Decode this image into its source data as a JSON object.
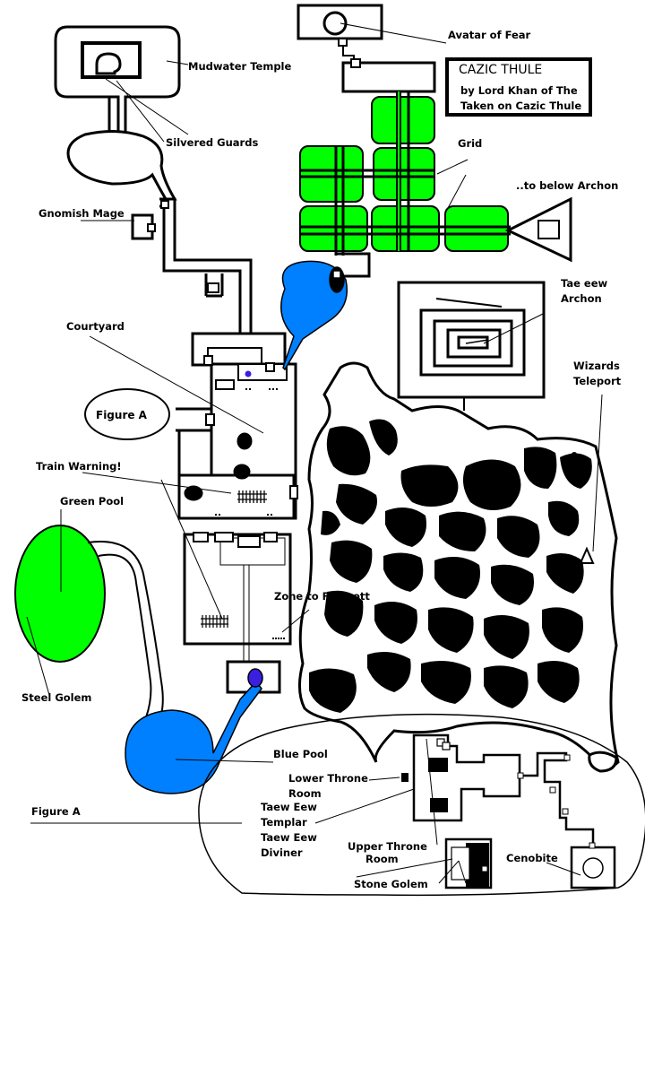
{
  "credit": {
    "title": "CAZIC THULE",
    "line1": "by Lord Khan of The",
    "line2": "Taken on Cazic Thule"
  },
  "labels": {
    "avatar_of_fear": "Avatar of Fear",
    "mudwater_temple": "Mudwater Temple",
    "silvered_guards": "Silvered Guards",
    "grid": "Grid",
    "to_below_archon": "..to below Archon",
    "gnomish_mage": "Gnomish Mage",
    "tae_eew_archon_1": "Tae eew",
    "tae_eew_archon_2": "Archon",
    "courtyard": "Courtyard",
    "wizards_teleport_1": "Wizards",
    "wizards_teleport_2": "Teleport",
    "figure_a_box": "Figure A",
    "train_warning": "Train Warning!",
    "green_pool": "Green Pool",
    "zone_to_feerrott": "Zone to Feerrott",
    "steel_golem": "Steel Golem",
    "blue_pool": "Blue Pool",
    "lower_throne_1": "Lower Throne",
    "lower_throne_2": "Room",
    "figure_a": "Figure A",
    "taew_eew_templar_1": "Taew Eew",
    "taew_eew_templar_2": "Templar",
    "taew_eew_diviner_1": "Taew Eew",
    "taew_eew_diviner_2": "Diviner",
    "upper_throne_1": "Upper Throne",
    "upper_throne_2": "Room",
    "cenobite": "Cenobite",
    "stone_golem": "Stone Golem"
  },
  "colors": {
    "green": "#00ff00",
    "blue": "#0080ff",
    "marker_blue": "#3b1fe0",
    "wall": "#000000",
    "floor": "#ffffff"
  }
}
